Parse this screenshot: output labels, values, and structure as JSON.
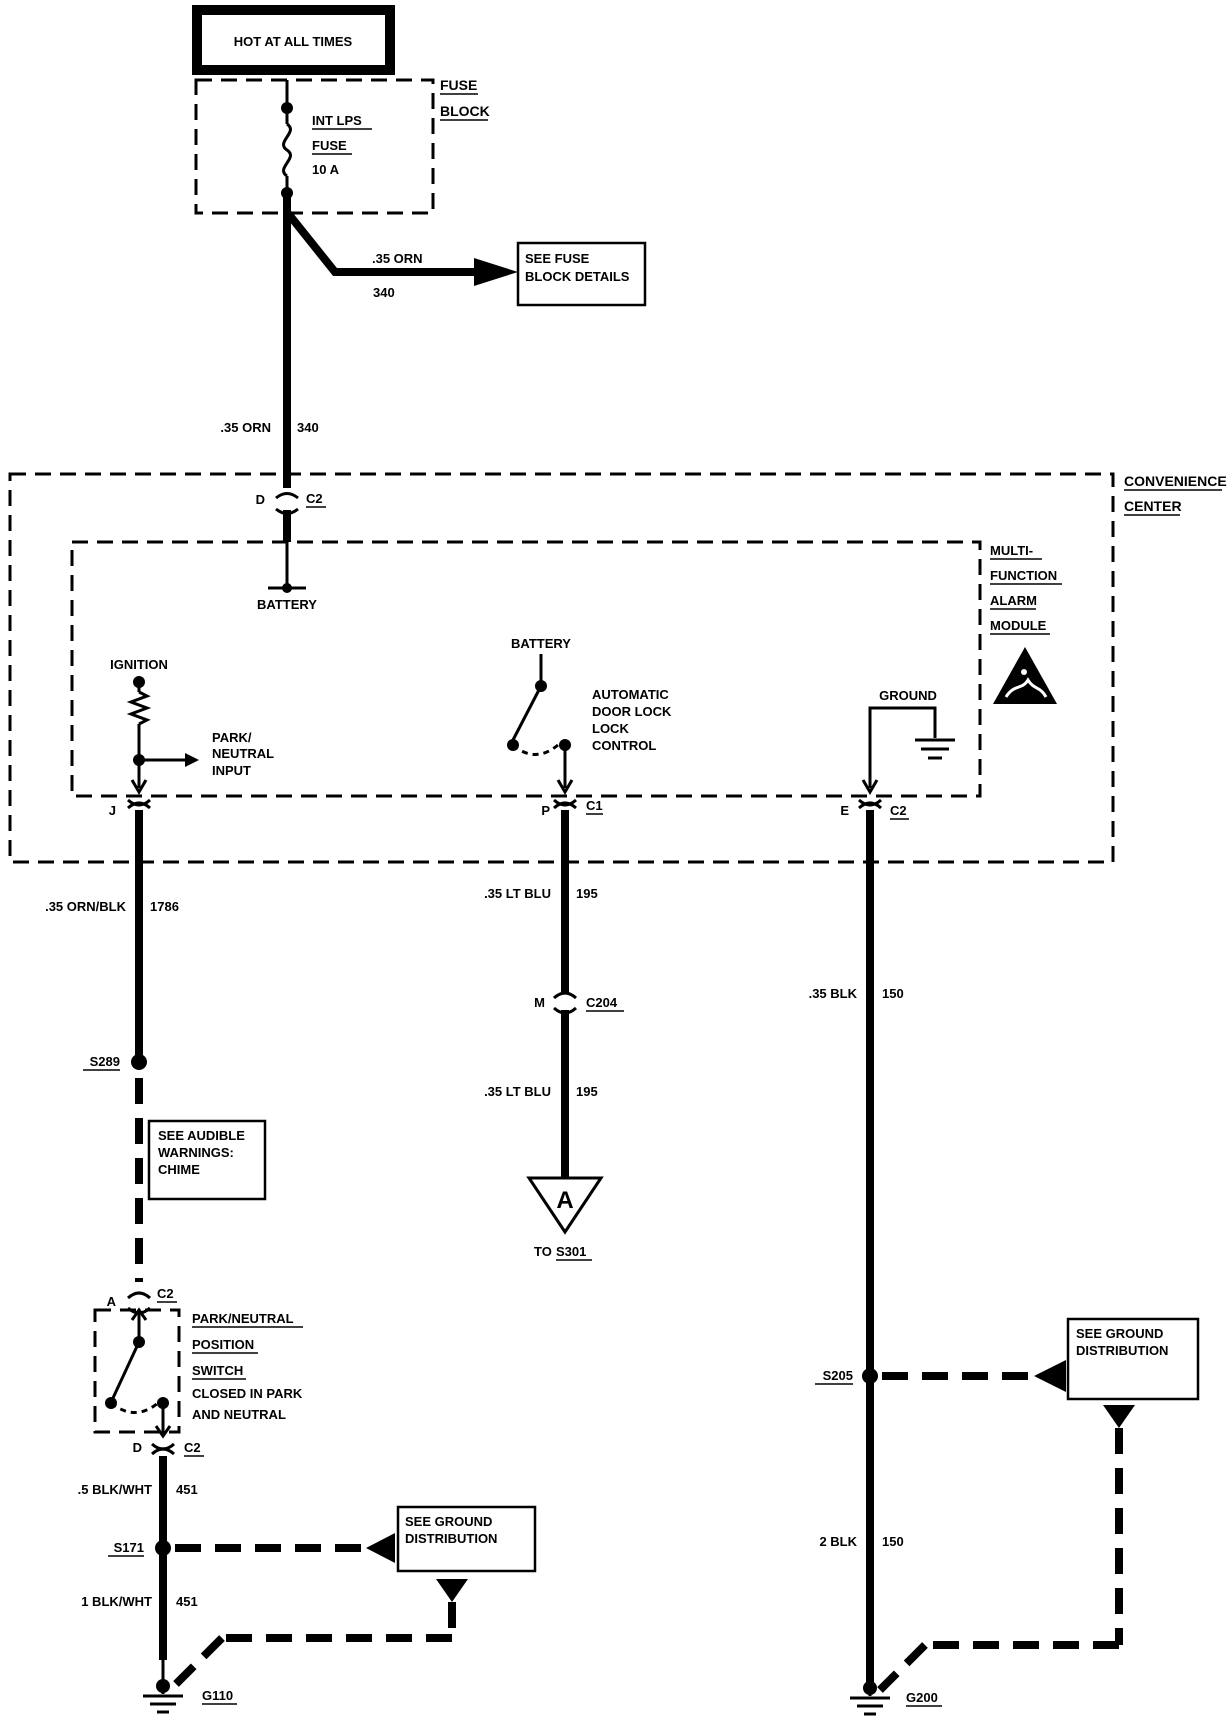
{
  "power": {
    "label": "HOT AT ALL TIMES"
  },
  "fuse_block": {
    "title_line1": "FUSE",
    "title_line2": "BLOCK",
    "fuse_name1": "INT LPS",
    "fuse_name2": "FUSE",
    "fuse_rating": "10 A"
  },
  "fuse_branch": {
    "wire_color": ".35 ORN",
    "circuit": "340",
    "ref_line1": "SEE FUSE",
    "ref_line2": "BLOCK DETAILS"
  },
  "main_feed": {
    "wire_color": ".35 ORN",
    "circuit": "340"
  },
  "convenience_center": {
    "title_line1": "CONVENIENCE",
    "title_line2": "CENTER"
  },
  "alarm_module": {
    "title_line1": "MULTI-",
    "title_line2": "FUNCTION",
    "title_line3": "ALARM",
    "title_line4": "MODULE",
    "esd_icon": "esd-warning-icon"
  },
  "connectors": {
    "c2_d_pin": "D",
    "c2_d_name": "C2",
    "c2_j_pin": "J",
    "c1_p_pin": "P",
    "c1_p_name": "C1",
    "c2_e_pin": "E",
    "c2_e_name": "C2",
    "c204_pin": "M",
    "c204_name": "C204",
    "c2_a_pin": "A",
    "c2_a_name": "C2",
    "c2_d2_pin": "D",
    "c2_d2_name": "C2"
  },
  "module_internals": {
    "battery_top": "BATTERY",
    "ignition": "IGNITION",
    "park_neutral_line1": "PARK/",
    "park_neutral_line2": "NEUTRAL",
    "park_neutral_line3": "INPUT",
    "battery_mid": "BATTERY",
    "door_lock_line1": "AUTOMATIC",
    "door_lock_line2": "DOOR LOCK",
    "door_lock_line3": "LOCK",
    "door_lock_line4": "CONTROL",
    "ground": "GROUND"
  },
  "left_circuit": {
    "wire1_color": ".35 ORN/BLK",
    "wire1_circuit": "1786",
    "splice1": "S289",
    "ref_line1": "SEE AUDIBLE",
    "ref_line2": "WARNINGS:",
    "ref_line3": "CHIME",
    "switch_line1": "PARK/NEUTRAL",
    "switch_line2": "POSITION",
    "switch_line3": "SWITCH",
    "switch_line4": "CLOSED IN PARK",
    "switch_line5": "AND NEUTRAL",
    "wire2_color": ".5 BLK/WHT",
    "wire2_circuit": "451",
    "splice2": "S171",
    "ground_ref_line1": "SEE GROUND",
    "ground_ref_line2": "DISTRIBUTION",
    "wire3_color": "1 BLK/WHT",
    "wire3_circuit": "451",
    "ground": "G110"
  },
  "middle_circuit": {
    "wire1_color": ".35 LT BLU",
    "wire1_circuit": "195",
    "wire2_color": ".35 LT BLU",
    "wire2_circuit": "195",
    "offpage_letter": "A",
    "to_label": "TO",
    "to_splice": "S301"
  },
  "right_circuit": {
    "wire1_color": ".35 BLK",
    "wire1_circuit": "150",
    "splice": "S205",
    "ground_ref_line1": "SEE GROUND",
    "ground_ref_line2": "DISTRIBUTION",
    "wire2_color": "2 BLK",
    "wire2_circuit": "150",
    "ground": "G200"
  }
}
